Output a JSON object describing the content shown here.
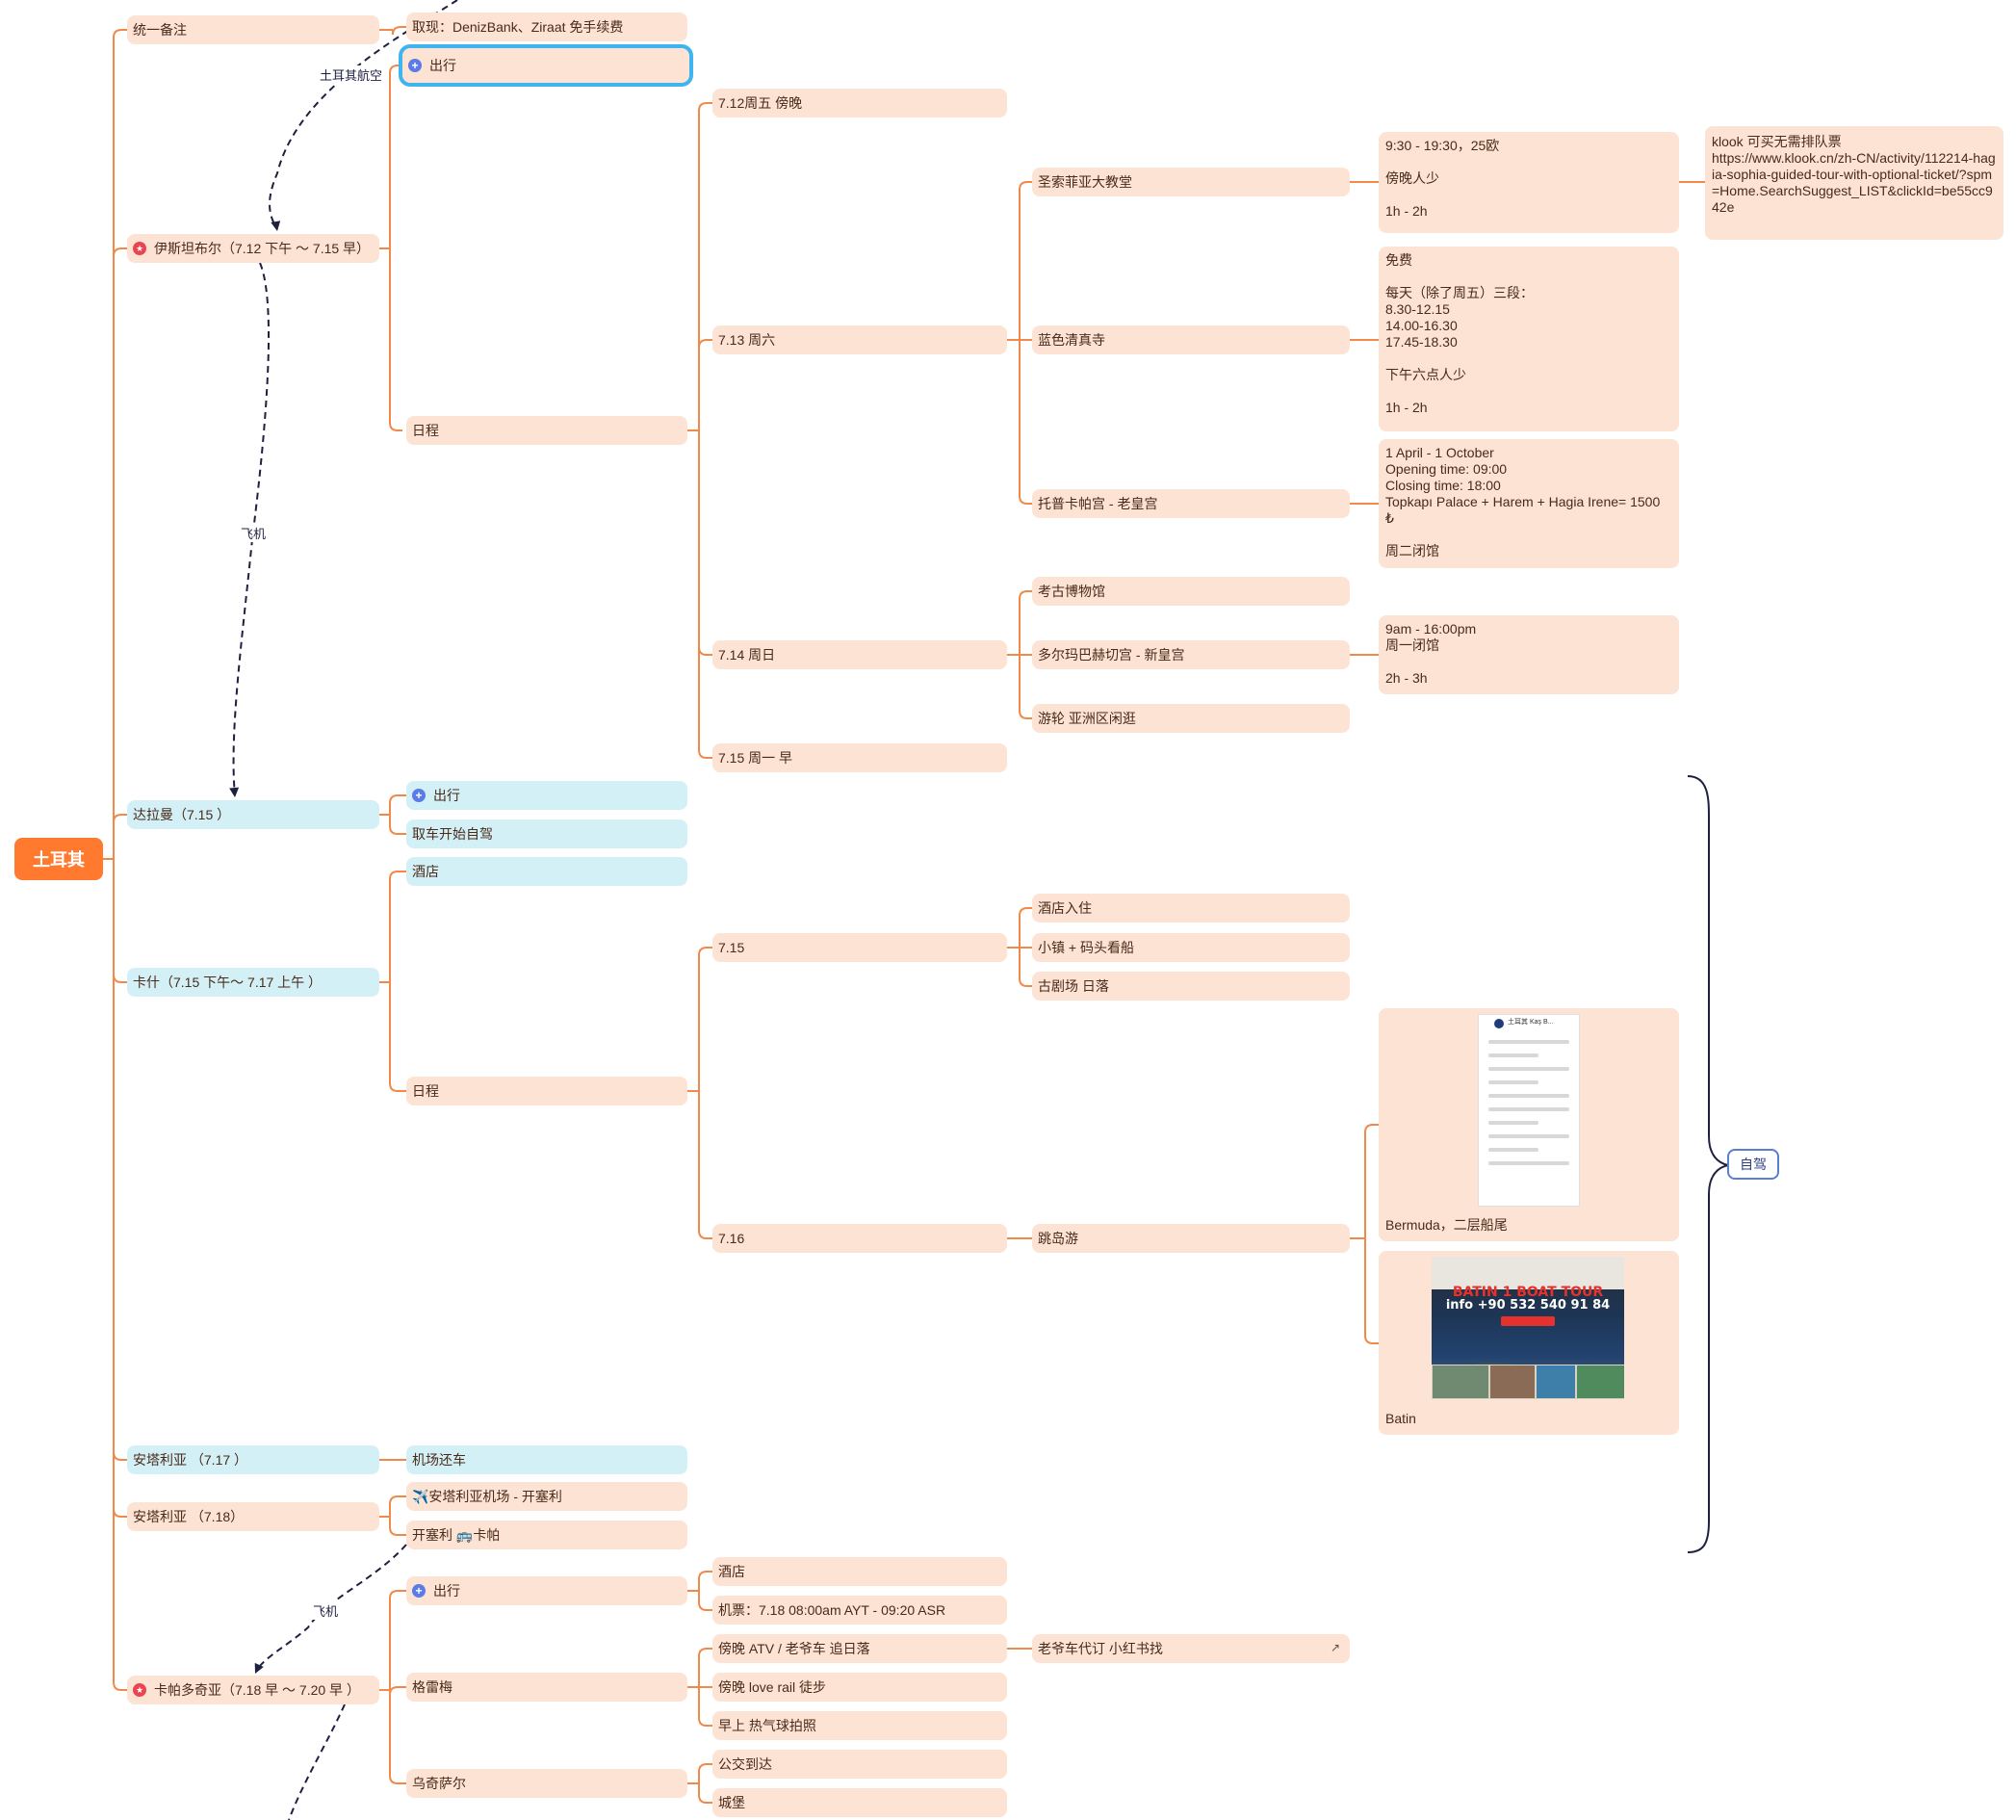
{
  "colors": {
    "root": "#ff7a2f",
    "node": "#fde3d3",
    "node_blue": "#d4f0f7",
    "branch_line": "#f08a4a",
    "relation_line": "#1e2040",
    "selection": "#40b4ee",
    "summary": "#5a7fd0"
  },
  "root": {
    "label": "土耳其"
  },
  "relations": {
    "turkish_airlines": "土耳其航空",
    "plane_1": "飞机",
    "plane_2": "飞机"
  },
  "summary": {
    "label": "自驾"
  },
  "nodes": {
    "note": "统一备注",
    "note_cash": "取现：DenizBank、Ziraat 免手续费",
    "istanbul": "伊斯坦布尔（7.12 下午 ～ 7.15 早）",
    "ist_travel": "出行",
    "ist_schedule": "日程",
    "d712": "7.12周五 傍晚",
    "d713": "7.13 周六",
    "d714": "7.14 周日",
    "d715am": "7.15 周一 早",
    "hagia": "圣索菲亚大教堂",
    "bluemosque": "蓝色清真寺",
    "topkapi": "托普卡帕宫 - 老皇宫",
    "archaeo": "考古博物馆",
    "dolma": "多尔玛巴赫切宫 - 新皇宫",
    "cruise": "游轮 亚洲区闲逛",
    "dalaman": "达拉曼（7.15 ）",
    "dal_travel": "出行",
    "dal_car": "取车开始自驾",
    "kas": "卡什（7.15 下午～ 7.17 上午 ）",
    "kas_hotel": "酒店",
    "kas_schedule": "日程",
    "k715": "7.15",
    "k716": "7.16",
    "k_checkin": "酒店入住",
    "k_town": "小镇 + 码头看船",
    "k_theatre": "古剧场 日落",
    "k_island": "跳岛游",
    "k_bermuda": "Bermuda，二层船尾",
    "k_batin": "Batin",
    "antalya1": "安塔利亚 （7.17 ）",
    "ant_return": "机场还车",
    "antalya2": "安塔利亚 （7.18）",
    "ant_flight": "✈️安塔利亚机场 - 开塞利",
    "ant_bus": "开塞利 🚌卡帕",
    "cappa": "卡帕多奇亚（7.18 早 ～ 7.20 早 ）",
    "cap_travel": "出行",
    "cap_hotel": "酒店",
    "cap_ticket": "机票：7.18 08:00am AYT - 09:20 ASR",
    "goreme": "格雷梅",
    "atv": "傍晚 ATV / 老爷车 追日落",
    "oldcar": "老爷车代订 小红书找",
    "lovevalley": "傍晚 love rail 徒步",
    "balloon": "早上 热气球拍照",
    "uchisar": "乌奇萨尔",
    "bus": "公交到达",
    "castle": "城堡"
  },
  "details": {
    "hagia_info": [
      "9:30 - 19:30，25欧",
      "",
      "傍晚人少",
      "",
      "1h - 2h"
    ],
    "hagia_klook": [
      "klook 可买无需排队票",
      "https://www.klook.cn/zh-CN/activity/112214-hagia-sophia-guided-tour-with-optional-ticket/?spm=Home.SearchSuggest_LIST&clickId=be55cc942e"
    ],
    "blue_info": [
      "免费",
      "",
      "每天（除了周五）三段：",
      "8.30-12.15",
      "14.00-16.30",
      "17.45-18.30",
      "",
      "下午六点人少",
      "",
      "1h - 2h"
    ],
    "topkapi_info": [
      "1 April - 1 October",
      "Opening time: 09:00",
      "Closing time: 18:00",
      "Topkapı Palace + Harem + Hagia Irene= 1500 ₺",
      "",
      "周二闭馆"
    ],
    "dolma_info": [
      "9am - 16:00pm",
      "周一闭馆",
      "",
      "2h - 3h"
    ]
  },
  "images": {
    "phone_header": "土耳其 Kaş B...",
    "boat_title": "BATIN 1 BOAT TOUR",
    "boat_info": "info +90 532 540 91 84"
  }
}
